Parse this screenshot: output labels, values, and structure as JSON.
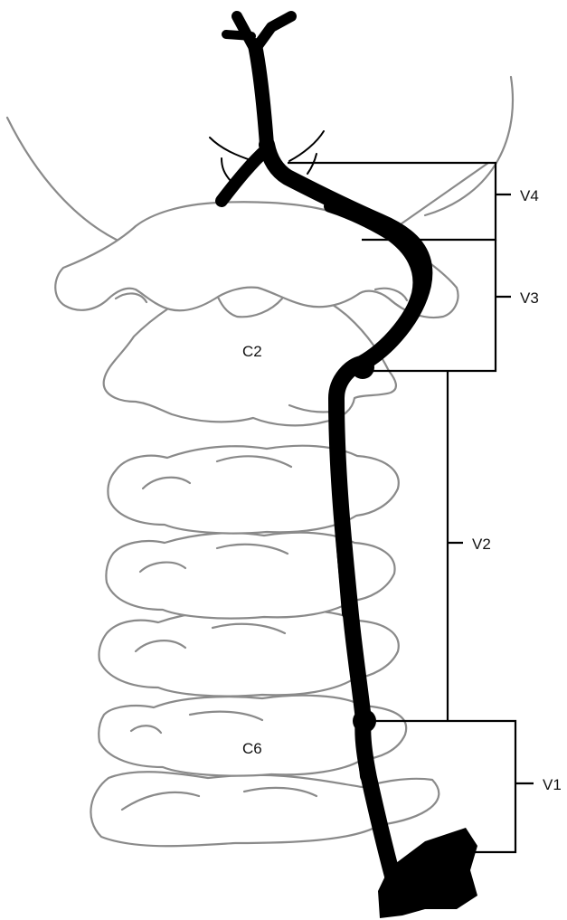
{
  "vertebra_labels": {
    "c2": "C2",
    "c6": "C6"
  },
  "segment_labels": {
    "v1": "V1",
    "v2": "V2",
    "v3": "V3",
    "v4": "V4"
  },
  "colors": {
    "artery": "#000000",
    "artery_overlap": "#555555",
    "outline": "#8a8a8a",
    "bracket": "#000000"
  }
}
